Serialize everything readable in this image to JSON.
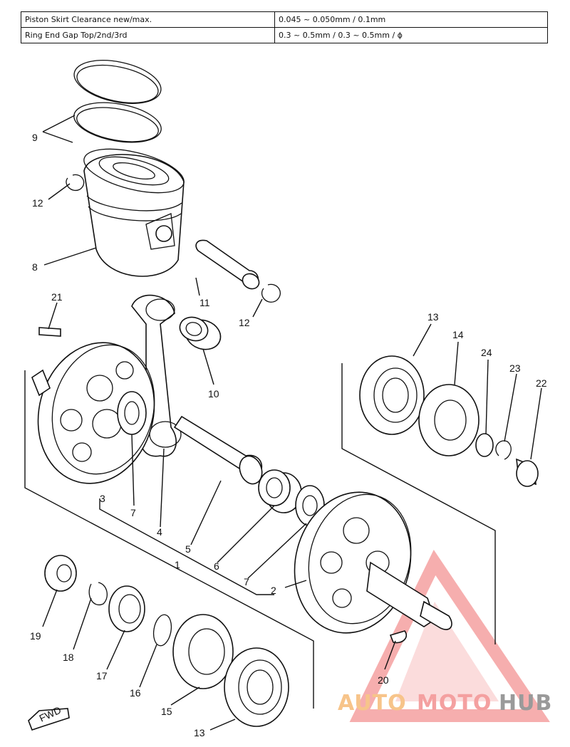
{
  "spec_table": {
    "rows": [
      {
        "label": "Piston Skirt Clearance new/max.",
        "value": "0.045 ~ 0.050mm / 0.1mm"
      },
      {
        "label": "Ring End Gap Top/2nd/3rd",
        "value": "0.3 ~ 0.5mm / 0.3 ~ 0.5mm / ϕ"
      }
    ]
  },
  "callouts": {
    "c1": "1",
    "c2": "2",
    "c3": "3",
    "c4": "4",
    "c5": "5",
    "c6": "6",
    "c7a": "7",
    "c7b": "7",
    "c8": "8",
    "c9": "9",
    "c10": "10",
    "c11": "11",
    "c12a": "12",
    "c12b": "12",
    "c13a": "13",
    "c13b": "13",
    "c14": "14",
    "c15": "15",
    "c16": "16",
    "c17": "17",
    "c18": "18",
    "c19": "19",
    "c20": "20",
    "c21": "21",
    "c22": "22",
    "c23": "23",
    "c24": "24"
  },
  "fwd_label": "FWD",
  "watermark": {
    "part1": "AUTO",
    "part2": "MOTO",
    "part3": "HUB",
    "colors": {
      "red": "#f4a0a0",
      "orange": "#f7c48a",
      "gray": "#9a9a9a"
    }
  }
}
